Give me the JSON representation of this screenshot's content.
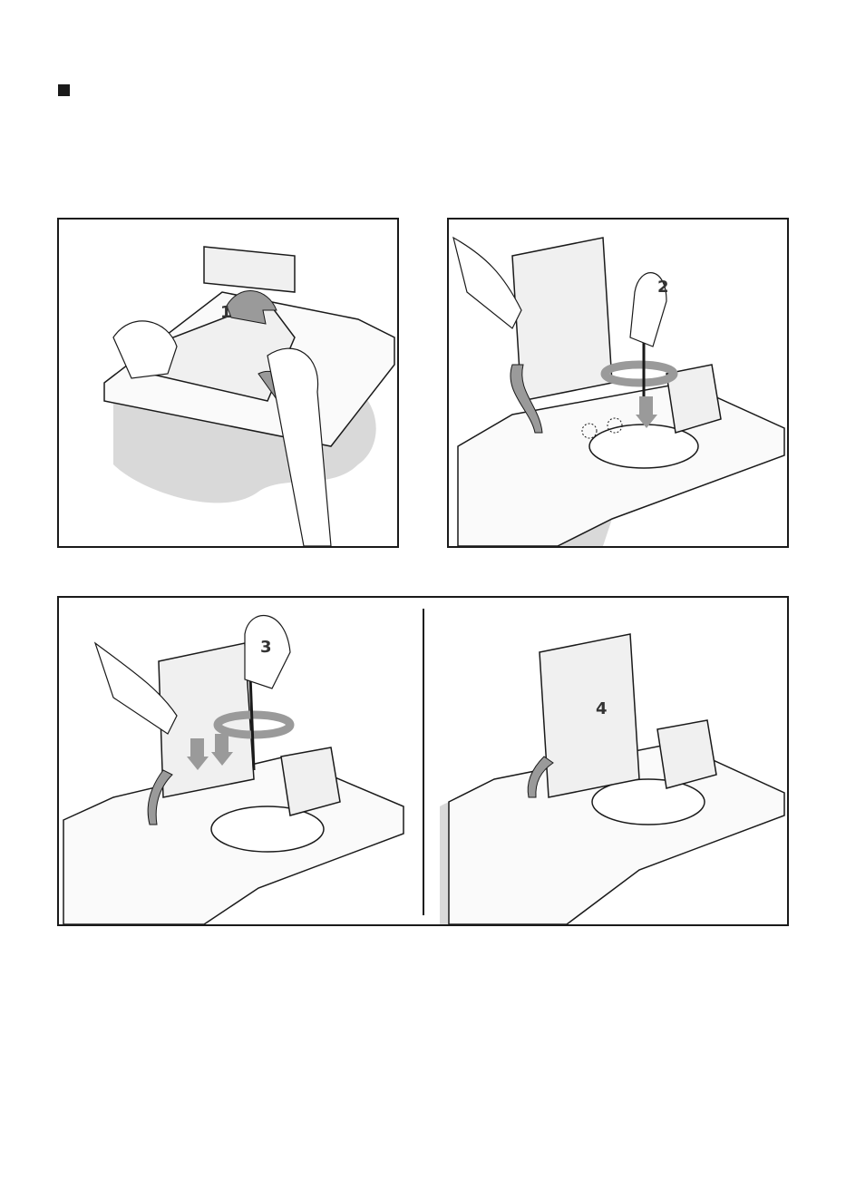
{
  "steps": [
    {
      "number": "1"
    },
    {
      "number": "2"
    },
    {
      "number": "3"
    },
    {
      "number": "4"
    }
  ],
  "colors": {
    "shadow": "#d9d9d9",
    "arrow": "#9a9a9a",
    "line": "#1a1a1a",
    "panel_fill": "#f4f4f4"
  }
}
